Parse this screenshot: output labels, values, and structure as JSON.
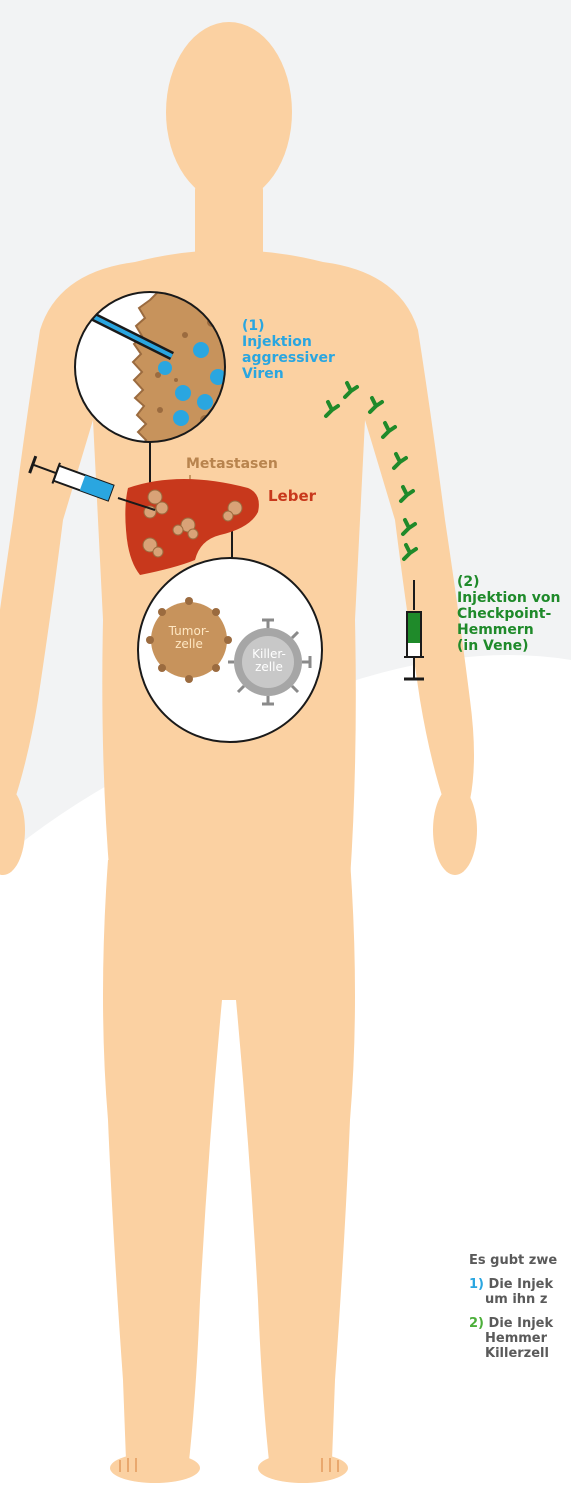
{
  "colors": {
    "skin": "#fbd1a2",
    "background_shape": "#f2f3f4",
    "virus": "#2aa6e0",
    "antibody": "#1f8a2a",
    "liver": "#c8381c",
    "tumor_tissue": "#b8844e",
    "killer_cell": "#a6a6a6"
  },
  "labels": {
    "injection1_line1": "(1)",
    "injection1_line2": "Injektion",
    "injection1_line3": "aggressiver",
    "injection1_line4": "Viren",
    "metastases": "Metastasen",
    "liver": "Leber",
    "tumor_cell_line1": "Tumor-",
    "tumor_cell_line2": "zelle",
    "killer_cell_line1": "Killer-",
    "killer_cell_line2": "zelle",
    "injection2_line1": "(2)",
    "injection2_line2": "Injektion von",
    "injection2_line3": "Checkpoint-",
    "injection2_line4": "Hemmern",
    "injection2_line5": "(in Vene)"
  },
  "legend": {
    "intro": "Es gubt zwe",
    "item1_num": "1)",
    "item1_line1": "Die Injek",
    "item1_line2": "um ihn z",
    "item2_num": "2)",
    "item2_line1": "Die Injek",
    "item2_line2": "Hemmer",
    "item2_line3": "Killerzell"
  }
}
